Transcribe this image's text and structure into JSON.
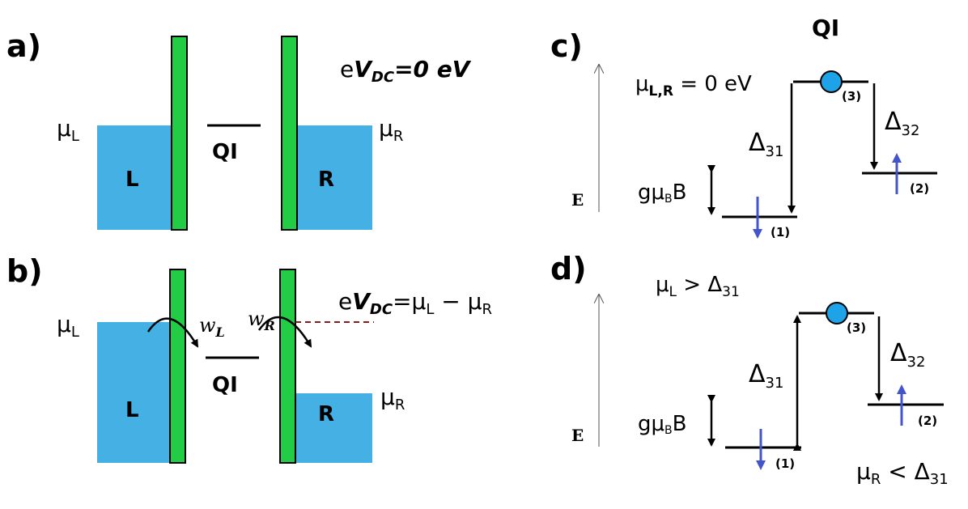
{
  "panels": {
    "a": {
      "label": "a)",
      "left_mu": "μ",
      "left_mu_sub": "L",
      "right_mu": "μ",
      "right_mu_sub": "R",
      "reservoir_left": "L",
      "reservoir_right": "R",
      "dot": "QI",
      "bias_e": "e",
      "bias_V": "V",
      "bias_sub": "DC",
      "bias_value": "=0 eV"
    },
    "b": {
      "label": "b)",
      "left_mu": "μ",
      "left_mu_sub": "L",
      "right_mu": "μ",
      "right_mu_sub": "R",
      "reservoir_left": "L",
      "reservoir_right": "R",
      "dot": "QI",
      "rate_left": "w",
      "rate_left_sub": "L",
      "rate_right": "w",
      "rate_right_sub": "R",
      "bias_e": "e",
      "bias_V": "V",
      "bias_sub": "DC",
      "bias_eq": "=μ",
      "bias_l": "L",
      "bias_minus": " − μ",
      "bias_r": "R"
    },
    "c": {
      "label": "c)",
      "title": "QI",
      "energy_axis": "E",
      "condition_mu": "μ",
      "condition_sub": "L,R",
      "condition_value": " = 0 eV",
      "zeeman_g": "gμ",
      "zeeman_sub": "B",
      "zeeman_B": "B",
      "delta31": "Δ",
      "delta31_sub": "31",
      "delta32": "Δ",
      "delta32_sub": "32",
      "level1": "(1)",
      "level2": "(2)",
      "level3": "(3)"
    },
    "d": {
      "label": "d)",
      "energy_axis": "E",
      "condition_left_mu": "μ",
      "condition_left_sub": "L",
      "condition_left_rel": " > Δ",
      "condition_left_delta_sub": "31",
      "condition_right_mu": "μ",
      "condition_right_sub": "R",
      "condition_right_rel": " < Δ",
      "condition_right_delta_sub": "31",
      "zeeman_g": "gμ",
      "zeeman_sub": "B",
      "zeeman_B": "B",
      "delta31": "Δ",
      "delta31_sub": "31",
      "delta32": "Δ",
      "delta32_sub": "32",
      "level1": "(1)",
      "level2": "(2)",
      "level3": "(3)"
    }
  },
  "colors": {
    "reservoir": "#45B0E4",
    "barrier": "#22CC44",
    "electron": "#1EA3E8",
    "spin_arrow": "#4455CC",
    "dashed": "#8B1A1A"
  }
}
